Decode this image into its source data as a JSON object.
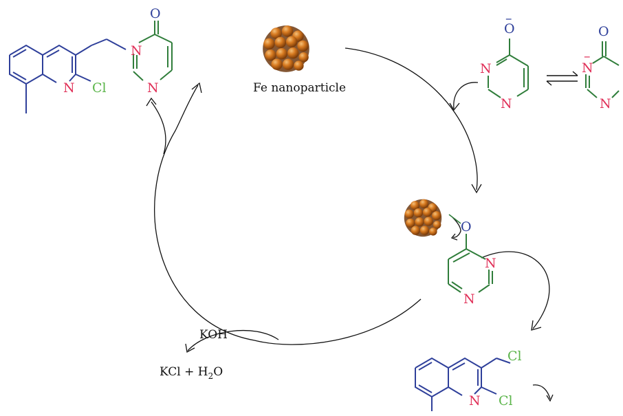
{
  "colors": {
    "quinoline": "#2e3f9a",
    "pyrimidine": "#2f7d3a",
    "nitrogen": "#e03058",
    "oxygen": "#2e3f9a",
    "chlorine": "#5bb54a",
    "arrow": "#111111",
    "fe_dark": "#8a4a10",
    "fe_mid": "#c7701c",
    "fe_light": "#e9a24c"
  },
  "labels": {
    "fe_caption": "Fe nanoparticle",
    "koh": "KOH",
    "kcl_prefix": "KCl + H",
    "kcl_sub": "2",
    "kcl_suffix": "O",
    "O": "O",
    "N": "N",
    "Cl": "Cl",
    "minus": "–"
  },
  "icons": {
    "nanoparticle": "fe-nanoparticle-icon"
  }
}
